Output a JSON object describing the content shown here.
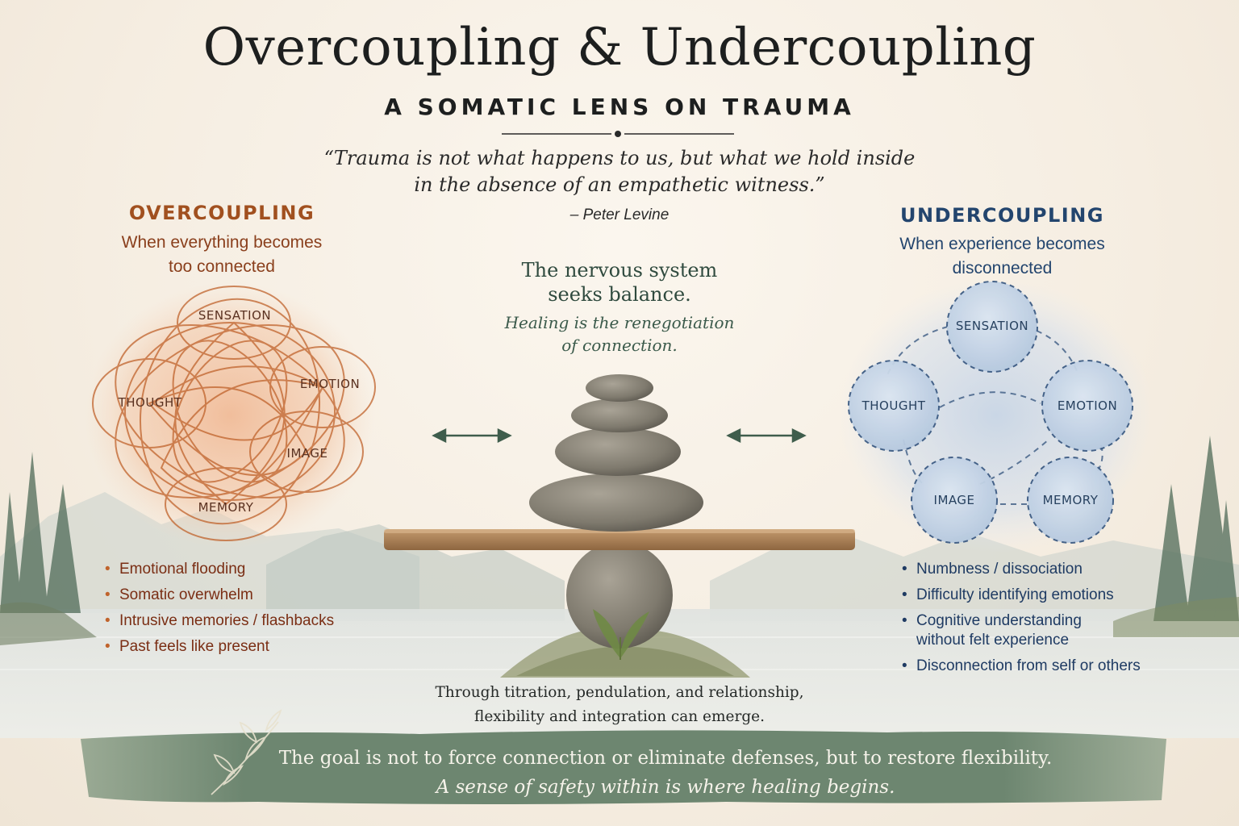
{
  "header": {
    "title": "Overcoupling & Undercoupling",
    "subtitle": "A SOMATIC LENS ON TRAUMA",
    "quote_line1": "“Trauma is not what happens to us, but what we hold inside",
    "quote_line2": "in the absence of an empathetic witness.”",
    "attribution": "– Peter Levine"
  },
  "overcoupling": {
    "title": "OVERCOUPLING",
    "subtitle_line1": "When everything becomes",
    "subtitle_line2": "too connected",
    "nodes": [
      "SENSATION",
      "EMOTION",
      "THOUGHT",
      "IMAGE",
      "MEMORY"
    ],
    "bullets": [
      "Emotional flooding",
      "Somatic overwhelm",
      "Intrusive memories / flashbacks",
      "Past feels like present"
    ]
  },
  "undercoupling": {
    "title": "UNDERCOUPLING",
    "subtitle_line1": "When experience becomes",
    "subtitle_line2": "disconnected",
    "nodes": [
      "SENSATION",
      "THOUGHT",
      "EMOTION",
      "IMAGE",
      "MEMORY"
    ],
    "bullets": [
      "Numbness / dissociation",
      "Difficulty identifying emotions",
      "Cognitive understanding",
      "without felt experience",
      "Disconnection from self or others"
    ]
  },
  "center": {
    "line1": "The nervous system",
    "line2": "seeks balance.",
    "italic1": "Healing is the renegotiation",
    "italic2": "of connection.",
    "bottom1": "Through titration, pendulation, and relationship,",
    "bottom2": "flexibility and integration can emerge."
  },
  "banner": {
    "line1": "The goal is not to force connection or eliminate defenses, but to restore flexibility.",
    "line2": "A sense of safety within is where healing begins."
  },
  "colors": {
    "overcoupling": "#c0632c",
    "undercoupling": "#23456e",
    "banner": "#6f8a72",
    "balance_arrows": "#3f5d4c"
  }
}
